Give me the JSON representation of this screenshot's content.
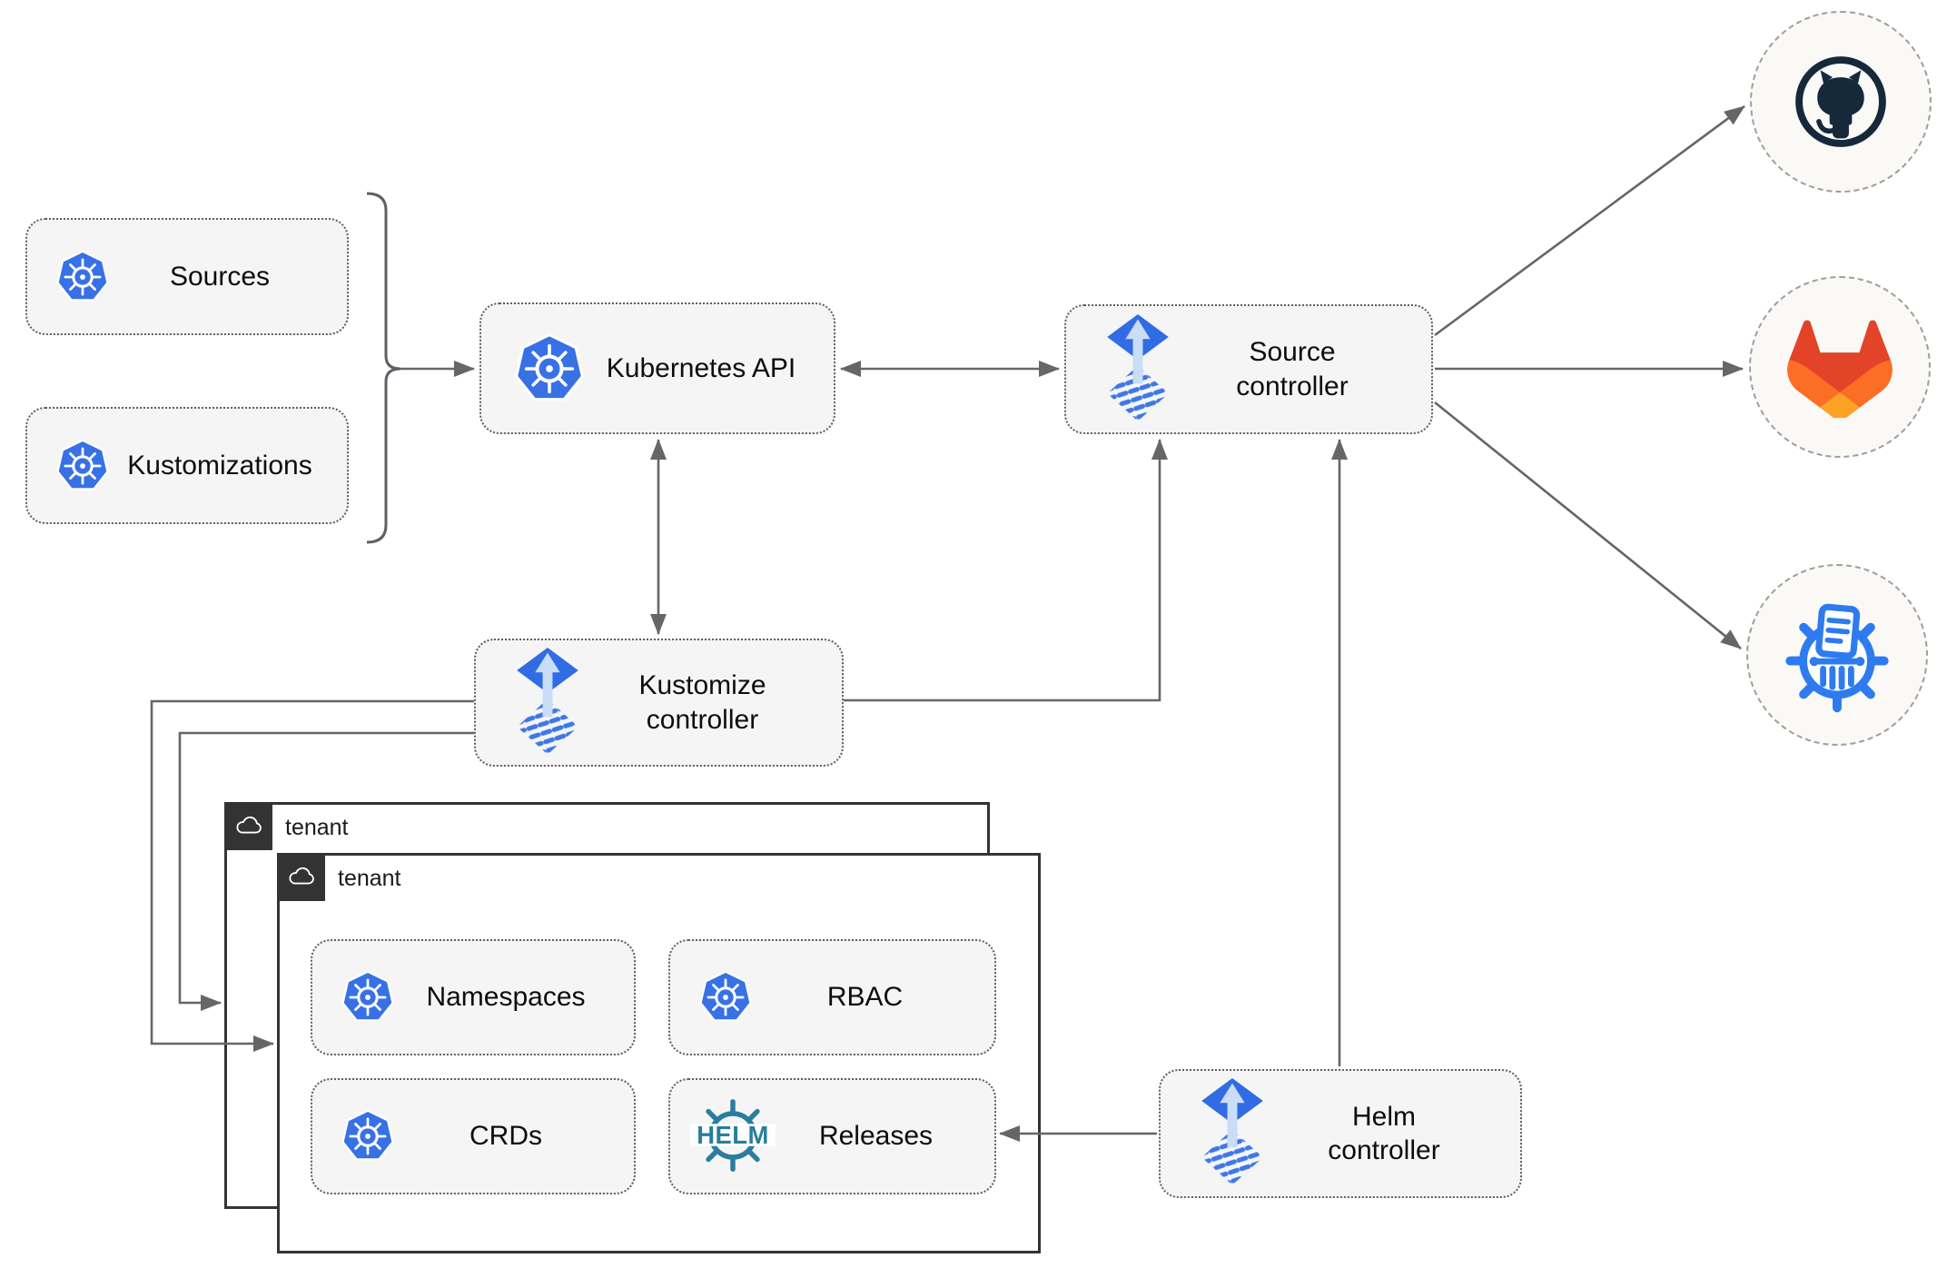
{
  "nodes": {
    "sources": {
      "label": "Sources"
    },
    "kustomizations": {
      "label": "Kustomizations"
    },
    "kubernetes_api": {
      "label": "Kubernetes API"
    },
    "source_controller": {
      "label": "Source\ncontroller"
    },
    "kustomize_controller": {
      "label": "Kustomize\ncontroller"
    },
    "helm_controller": {
      "label": "Helm\ncontroller"
    },
    "namespaces": {
      "label": "Namespaces"
    },
    "rbac": {
      "label": "RBAC"
    },
    "crds": {
      "label": "CRDs"
    },
    "releases": {
      "label": "Releases"
    }
  },
  "tenants": {
    "back": {
      "label": "tenant"
    },
    "front": {
      "label": "tenant"
    }
  },
  "helm_logo": {
    "text": "HELM"
  },
  "icons": {
    "kubernetes": "kubernetes-icon",
    "flux": "flux-icon",
    "helm": "helm-icon",
    "github": "github-icon",
    "gitlab": "gitlab-icon",
    "chartmuseum": "chartmuseum-icon",
    "cloud": "cloud-icon"
  },
  "colors": {
    "kubernetes_blue": "#3871e6",
    "flux_blue": "#316ce4",
    "flux_stripe_blue": "#3e78e8",
    "flux_arrow_pale": "#c9ddf6",
    "helm_teal": "#2a7d9e",
    "github_dark": "#15293b",
    "gitlab_red": "#e24329",
    "gitlab_orange": "#fc6d26",
    "gitlab_amber": "#fca326",
    "chartmuseum_blue": "#2e7bf0",
    "line_gray": "#666666",
    "node_fill": "#f5f5f5",
    "tenant_border": "#333333"
  }
}
